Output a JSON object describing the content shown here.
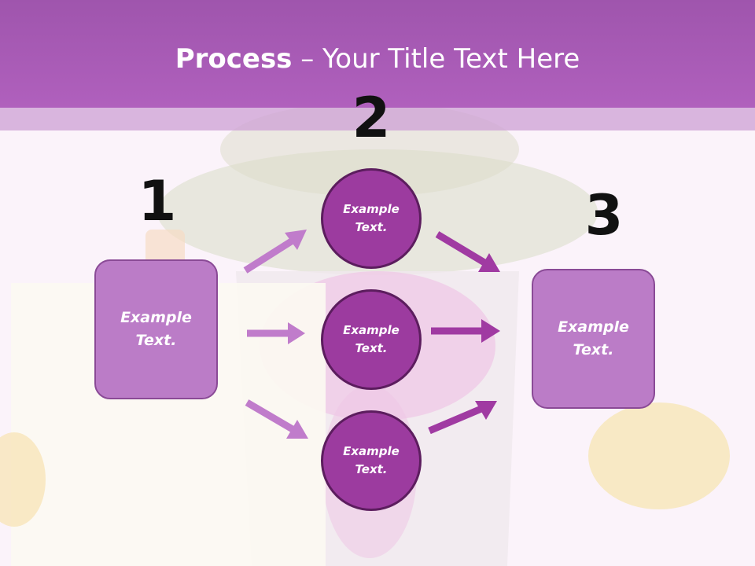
{
  "title": {
    "bold": "Process",
    "rest": " – Your Title Text Here"
  },
  "steps": {
    "one": "1",
    "two": "2",
    "three": "3"
  },
  "nodes": {
    "left_box": "Example Text.",
    "circle_top": "Example Text.",
    "circle_middle": "Example Text.",
    "circle_bottom": "Example Text.",
    "right_box": "Example Text."
  },
  "colors": {
    "title_bar": "#b060bd",
    "box_fill": "#bb7cc7",
    "circle_fill": "#9c3b9f",
    "arrow_light": "#c07ccb",
    "arrow_dark": "#a03aa2"
  }
}
